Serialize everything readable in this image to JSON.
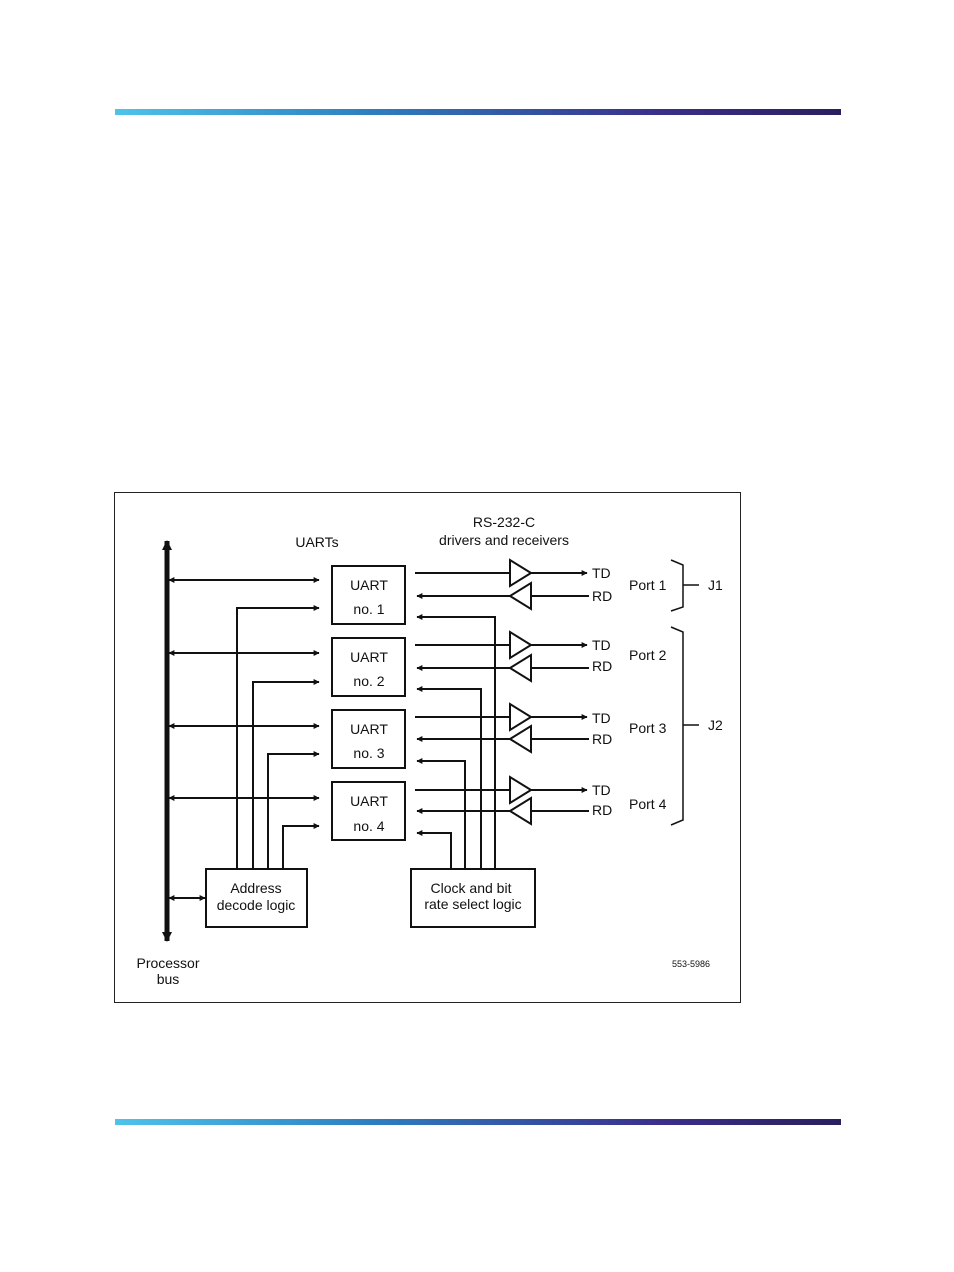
{
  "diagram": {
    "labels": {
      "uarts": "UARTs",
      "rs232_line1": "RS-232-C",
      "rs232_line2": "drivers and receivers",
      "processor_line1": "Processor",
      "processor_line2": "bus",
      "figure_id": "553-5986"
    },
    "uarts": [
      {
        "line1": "UART",
        "line2": "no. 1"
      },
      {
        "line1": "UART",
        "line2": "no. 2"
      },
      {
        "line1": "UART",
        "line2": "no. 3"
      },
      {
        "line1": "UART",
        "line2": "no. 4"
      }
    ],
    "ports": [
      {
        "label": "Port 1",
        "td": "TD",
        "rd": "RD"
      },
      {
        "label": "Port 2",
        "td": "TD",
        "rd": "RD"
      },
      {
        "label": "Port 3",
        "td": "TD",
        "rd": "RD"
      },
      {
        "label": "Port 4",
        "td": "TD",
        "rd": "RD"
      }
    ],
    "connectors": {
      "j1": "J1",
      "j2": "J2"
    },
    "address_block": {
      "line1": "Address",
      "line2": "decode logic"
    },
    "clock_block": {
      "line1": "Clock and bit",
      "line2": "rate select logic"
    }
  }
}
